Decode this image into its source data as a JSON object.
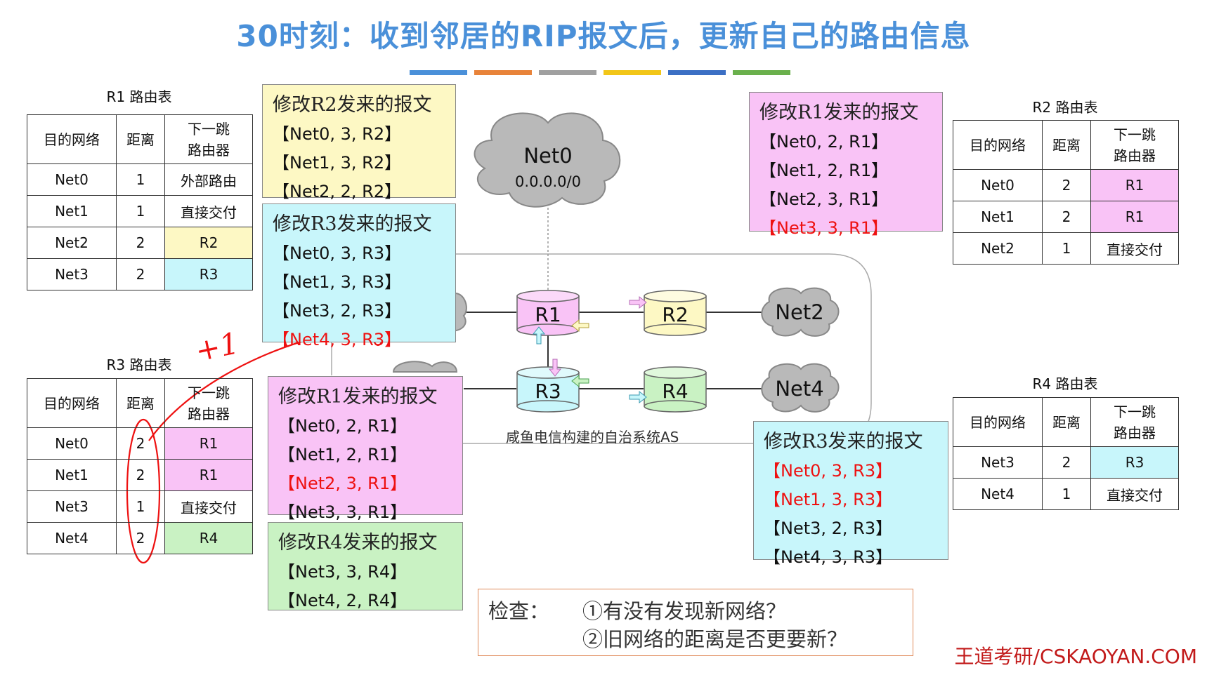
{
  "title": "30时刻：收到邻居的RIP报文后，更新自己的路由信息",
  "color_bar": [
    "#4a90d9",
    "#e8833a",
    "#a0a0a0",
    "#f2c618",
    "#3b6fc4",
    "#6ab04c"
  ],
  "headers": {
    "net": "目的网络",
    "dist": "距离",
    "hop": "下一跳\n路由器"
  },
  "r1_table": {
    "caption": "R1 路由表",
    "rows": [
      {
        "net": "Net0",
        "dist": "1",
        "hop": "外部路由",
        "bg": "#ffffff"
      },
      {
        "net": "Net1",
        "dist": "1",
        "hop": "直接交付",
        "bg": "#ffffff"
      },
      {
        "net": "Net2",
        "dist": "2",
        "hop": "R2",
        "bg": "#fdf8c4"
      },
      {
        "net": "Net3",
        "dist": "2",
        "hop": "R3",
        "bg": "#c8f6fb"
      }
    ]
  },
  "r2_table": {
    "caption": "R2 路由表",
    "rows": [
      {
        "net": "Net0",
        "dist": "2",
        "hop": "R1",
        "bg": "#f9c3f6"
      },
      {
        "net": "Net1",
        "dist": "2",
        "hop": "R1",
        "bg": "#f9c3f6"
      },
      {
        "net": "Net2",
        "dist": "1",
        "hop": "直接交付",
        "bg": "#ffffff"
      }
    ]
  },
  "r3_table": {
    "caption": "R3 路由表",
    "rows": [
      {
        "net": "Net0",
        "dist": "2",
        "hop": "R1",
        "bg": "#f9c3f6"
      },
      {
        "net": "Net1",
        "dist": "2",
        "hop": "R1",
        "bg": "#f9c3f6"
      },
      {
        "net": "Net3",
        "dist": "1",
        "hop": "直接交付",
        "bg": "#ffffff"
      },
      {
        "net": "Net4",
        "dist": "2",
        "hop": "R4",
        "bg": "#c9f2c3"
      }
    ]
  },
  "r4_table": {
    "caption": "R4 路由表",
    "rows": [
      {
        "net": "Net3",
        "dist": "2",
        "hop": "R3",
        "bg": "#c8f6fb"
      },
      {
        "net": "Net4",
        "dist": "1",
        "hop": "直接交付",
        "bg": "#ffffff"
      }
    ]
  },
  "msg_r2_to_r1": {
    "title": "修改R2发来的报文",
    "bg": "#fdf8c4",
    "lines": [
      {
        "t": "【Net0, 3, R2】",
        "red": false
      },
      {
        "t": "【Net1, 3, R2】",
        "red": false
      },
      {
        "t": "【Net2, 2, R2】",
        "red": false
      }
    ]
  },
  "msg_r3_to_r1": {
    "title": "修改R3发来的报文",
    "bg": "#c8f6fb",
    "lines": [
      {
        "t": "【Net0, 3, R3】",
        "red": false
      },
      {
        "t": "【Net1, 3, R3】",
        "red": false
      },
      {
        "t": "【Net3, 2, R3】",
        "red": false
      },
      {
        "t": "【Net4, 3, R3】",
        "red": true
      }
    ]
  },
  "msg_r1_to_r2": {
    "title": "修改R1发来的报文",
    "bg": "#f9c3f6",
    "lines": [
      {
        "t": "【Net0, 2, R1】",
        "red": false
      },
      {
        "t": "【Net1, 2, R1】",
        "red": false
      },
      {
        "t": "【Net2, 3, R1】",
        "red": false
      },
      {
        "t": "【Net3, 3, R1】",
        "red": true
      }
    ]
  },
  "msg_r1_to_r3": {
    "title": "修改R1发来的报文",
    "bg": "#f9c3f6",
    "lines": [
      {
        "t": "【Net0, 2, R1】",
        "red": false
      },
      {
        "t": "【Net1, 2, R1】",
        "red": false
      },
      {
        "t": "【Net2, 3, R1】",
        "red": true
      },
      {
        "t": "【Net3, 3, R1】",
        "red": false
      }
    ]
  },
  "msg_r4_to_r3": {
    "title": "修改R4发来的报文",
    "bg": "#c9f2c3",
    "lines": [
      {
        "t": "【Net3, 3, R4】",
        "red": false
      },
      {
        "t": "【Net4, 2, R4】",
        "red": false
      }
    ]
  },
  "msg_r3_to_r4": {
    "title": "修改R3发来的报文",
    "bg": "#c8f6fb",
    "lines": [
      {
        "t": "【Net0, 3, R3】",
        "red": true
      },
      {
        "t": "【Net1, 3, R3】",
        "red": true
      },
      {
        "t": "【Net3, 2, R3】",
        "red": false
      },
      {
        "t": "【Net4, 3, R3】",
        "red": false
      }
    ]
  },
  "network": {
    "net0": {
      "name": "Net0",
      "addr": "0.0.0.0/0"
    },
    "net2": "Net2",
    "net4": "Net4",
    "routers": {
      "r1": "R1",
      "r2": "R2",
      "r3": "R3",
      "r4": "R4"
    },
    "router_colors": {
      "r1": "#f9c3f6",
      "r2": "#fdf8c4",
      "r3": "#c8f6fb",
      "r4": "#c9f2c3"
    },
    "as_label": "咸鱼电信构建的自治系统AS"
  },
  "annotation": {
    "handwritten": "+1"
  },
  "check": {
    "label": "检查：",
    "q1": "①有没有发现新网络？",
    "q2": "②旧网络的距离是否更要新？"
  },
  "watermark": "王道考研/CSKAOYAN.COM"
}
